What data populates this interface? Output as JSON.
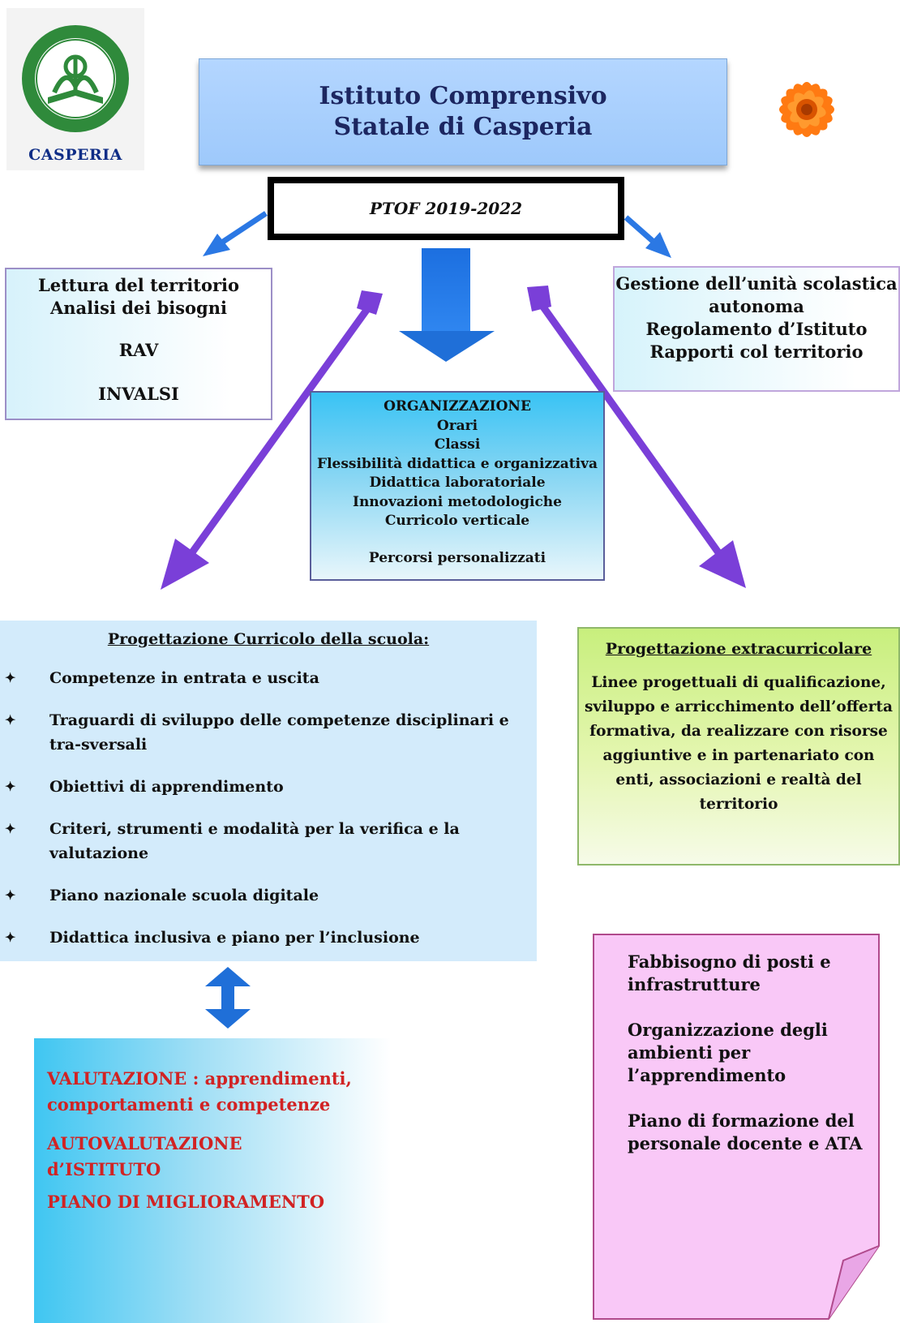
{
  "logo": {
    "label": "CASPERIA"
  },
  "title": "Istituto Comprensivo Statale di Casperia",
  "ptof": "PTOF 2019-2022",
  "left_box": [
    "Lettura del territorio",
    "Analisi dei bisogni",
    "RAV",
    "INVALSI"
  ],
  "right_box": [
    "Gestione dell’unità scolastica autonoma",
    "Regolamento d’Istituto",
    "Rapporti col territorio"
  ],
  "organizzazione": [
    "ORGANIZZAZIONE",
    "Orari",
    "Classi",
    "Flessibilità didattica e organizzativa",
    "Didattica laboratoriale",
    "Innovazioni metodologiche",
    "Curricolo verticale",
    "Percorsi personalizzati"
  ],
  "curricolo": {
    "title": "Progettazione Curricolo della scuola:",
    "bullet": "✦",
    "items": [
      "Competenze in entrata e uscita",
      "Traguardi di sviluppo delle competenze disciplinari e tra-sversali",
      "Obiettivi di apprendimento",
      "Criteri, strumenti e modalità per la verifica e la valutazione",
      "Piano nazionale scuola digitale",
      "Didattica inclusiva e piano per l’inclusione"
    ]
  },
  "extracurricolare": {
    "title": "Progettazione extracurricolare",
    "body": "Linee progettuali di qualificazione, sviluppo e arricchimento dell’offerta formativa, da realizzare con risorse aggiuntive e in partenariato con enti, associazioni e realtà del territorio"
  },
  "valutazione": [
    "VALUTAZIONE : apprendimenti, comportamenti e competenze",
    "AUTOVALUTAZIONE d’ISTITUTO",
    "PIANO DI MIGLIORAMENTO"
  ],
  "fabbisogno": [
    "Fabbisogno di posti e infrastrutture",
    "Organizzazione degli ambienti per l’apprendimento",
    "Piano di formazione del personale docente e ATA"
  ],
  "colors": {
    "title_bg": "#a9d0fd",
    "arrow_purple": "#7a3fd8",
    "arrow_blue": "#1f6fd8",
    "valutazione_text": "#d12323",
    "pink_bg": "#f9c8f7",
    "green_bg": "#d2f28f"
  },
  "icons": [
    "school-logo",
    "flower-icon",
    "down-arrow",
    "double-arrow",
    "bullet-star"
  ]
}
